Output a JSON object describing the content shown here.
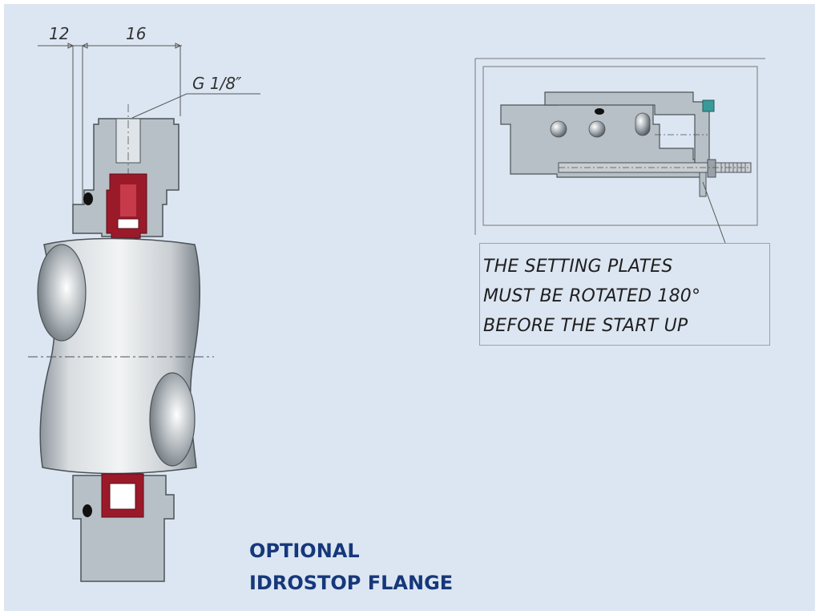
{
  "labels": {
    "dim_left": "12",
    "dim_right": "16",
    "thread_callout": "G 1/8″"
  },
  "note": {
    "lines": [
      "THE SETTING PLATES",
      "MUST BE ROTATED 180°",
      "BEFORE THE START UP"
    ]
  },
  "caption": {
    "line1": "OPTIONAL",
    "line2": "IDROSTOP FLANGE"
  },
  "colors": {
    "background": "#dce6f2",
    "part_fill": "#b7c0c6",
    "part_stroke": "#4b5258",
    "seal_red": "#9b1a2a",
    "caption_blue": "#16387a",
    "screw_cap": "#3a9a9a"
  }
}
